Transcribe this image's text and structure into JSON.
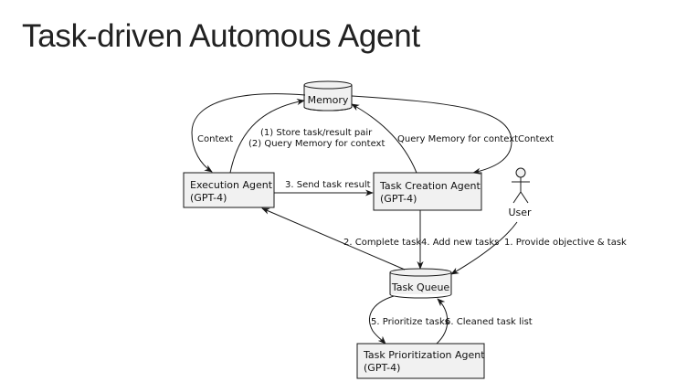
{
  "title": "Task-driven Automous Agent",
  "nodes": {
    "memory": "Memory",
    "execution_agent": {
      "line1": "Execution Agent",
      "line2": "(GPT-4)"
    },
    "task_creation_agent": {
      "line1": "Task Creation Agent",
      "line2": "(GPT-4)"
    },
    "user": "User",
    "task_queue": "Task Queue",
    "task_prioritization_agent": {
      "line1": "Task Prioritization Agent",
      "line2": "(GPT-4)"
    }
  },
  "edges": {
    "memory_to_execution": "Context",
    "execution_to_memory_1": "(1) Store task/result pair",
    "execution_to_memory_2": "(2) Query Memory for context",
    "creation_to_memory": "Query Memory for context",
    "memory_to_creation": "Context",
    "execution_to_creation": "3. Send task result",
    "queue_to_execution": "2. Complete task",
    "creation_to_queue": "4. Add new tasks",
    "user_to_queue": "1. Provide objective & task",
    "queue_to_prioritization": "5. Prioritize tasks",
    "prioritization_to_queue": "6. Cleaned task list"
  }
}
